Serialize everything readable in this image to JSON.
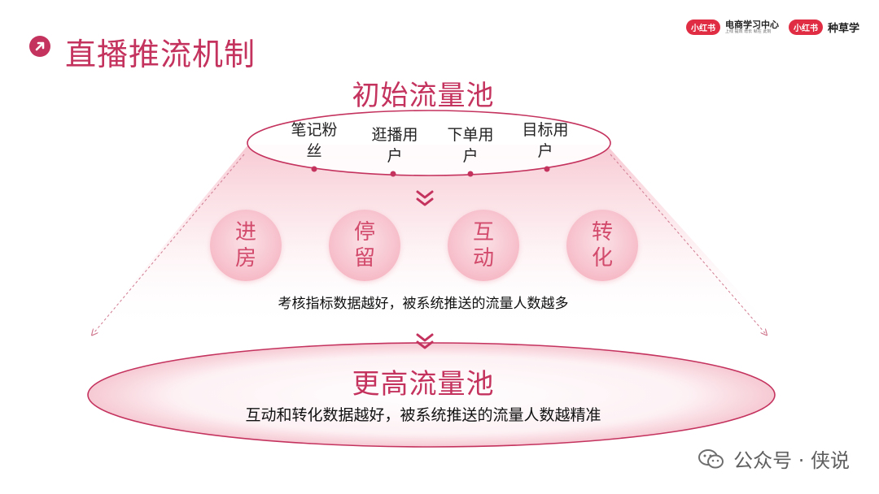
{
  "header": {
    "title": "直播推流机制"
  },
  "logos": {
    "brand1_pill": "小红书",
    "brand1_name": "电商学习中心",
    "brand1_sub": "上线 提效 增长 就在 此刻",
    "brand2_pill": "小红书",
    "brand2_name": "种草学"
  },
  "funnel": {
    "top_pool": "初始流量池",
    "sources": [
      {
        "label": "笔记粉丝"
      },
      {
        "label": "逛播用户"
      },
      {
        "label": "下单用户"
      },
      {
        "label": "目标用户"
      }
    ],
    "metrics": [
      {
        "label": "进房"
      },
      {
        "label": "停留"
      },
      {
        "label": "互动"
      },
      {
        "label": "转化"
      }
    ],
    "metrics_caption": "考核指标数据越好，被系统推送的流量人数越多",
    "bottom_pool": "更高流量池",
    "bottom_caption": "互动和转化数据越好，被系统推送的流量人数越精准"
  },
  "watermark": {
    "text": "公众号 · 侠说"
  },
  "colors": {
    "accent": "#c4325e",
    "bubble": "#f7c2cd"
  }
}
